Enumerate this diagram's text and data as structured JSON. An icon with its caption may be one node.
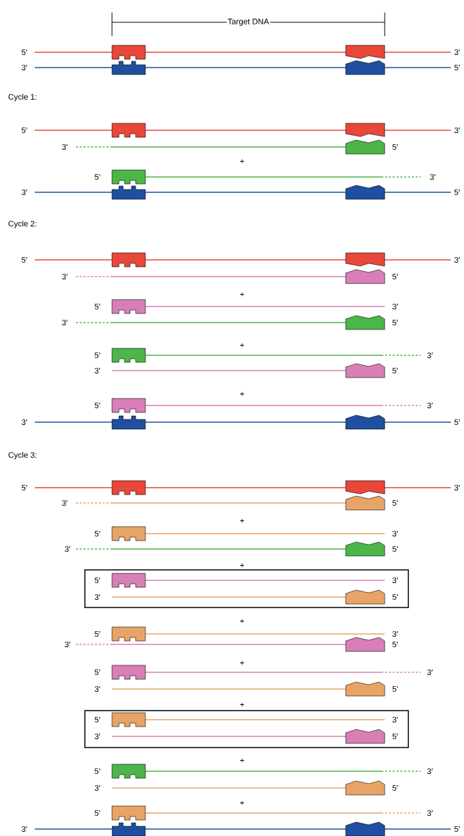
{
  "diagram": {
    "nodes": [
      {
        "text": [
          "5′",
          "3′",
          "3′",
          "5′"
        ]
      },
      {
        "text": [
          "5′",
          "3′",
          "3′",
          "5′"
        ]
      }
    ],
    "labels": [
      "Target DNA",
      "5′",
      "3′",
      "3′",
      "5′",
      "Cycle 1:",
      "5′",
      "3′",
      "3′",
      "5′",
      "+",
      "5′",
      "3′",
      "3′",
      "5′",
      "Cycle 2:",
      "5′",
      "3′",
      "3′",
      "5′",
      "+",
      "5′",
      "3′",
      "3′",
      "5′",
      "+",
      "5′",
      "3′",
      "3′",
      "5′",
      "+",
      "5′",
      "3′",
      "3′",
      "5′",
      "Cycle 3:",
      "5′",
      "3′",
      "3′",
      "5′",
      "+",
      "5′",
      "3′",
      "3′",
      "5′",
      "+",
      "+",
      "5′",
      "3′",
      "3′",
      "5′",
      "+",
      "5′",
      "3′",
      "3′",
      "5′",
      "+",
      "+",
      "5′",
      "3′",
      "3′",
      "5′",
      "+",
      "5′",
      "3′",
      "3′",
      "5′"
    ]
  }
}
